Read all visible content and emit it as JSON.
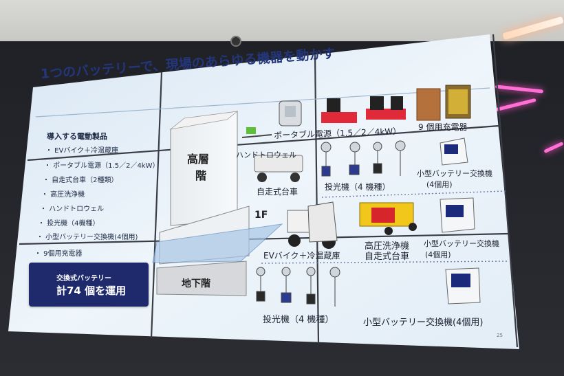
{
  "slide": {
    "title": "1つのバッテリーで、現場のあらゆる機器を動かす",
    "list_heading": "導入する電動製品",
    "list_items": [
      "・ EVバイク＋冷温蔵庫",
      "・ ポータブル電源（1.5／2／4kW）",
      "・ 自走式台車（2種類）",
      "・ 高圧洗浄機",
      "・ ハンドトロウェル",
      "・ 投光機（4機種）",
      "・ 小型バッテリー交換機(4個用)",
      "・ 9個用充電器"
    ],
    "badge_line1": "交換式バッテリー",
    "badge_line2": "計74 個を運用",
    "building_upper": "高層\n階",
    "building_upper_l1": "高層",
    "building_upper_l2": "階",
    "floor_1f": "1F",
    "basement": "地下階",
    "labels": {
      "portable_power": "ポータブル電源（1.5／2／4kW）",
      "charger9": "9 個用充電器",
      "hand_trowel": "ハンドトロウェル",
      "self_cart_top": "自走式台車",
      "floodlight_top": "投光機（4 機種）",
      "swap_top": "小型バッテリー交換機",
      "swap_top_sub": "(4個用)",
      "ev_bike": "EVバイク＋冷温蔵庫",
      "washer": "高圧洗浄機",
      "self_cart_mid": "自走式台車",
      "swap_mid": "小型バッテリー交換機",
      "swap_mid_sub": "(4個用)",
      "floodlight_bottom": "投光機（4 機種）",
      "swap_bottom": "小型バッテリー交換機(4個用)"
    },
    "page_number": "25"
  },
  "colors": {
    "screen_bg": "#e4f0f8",
    "title": "#24367a",
    "badge": "#1f2a6d",
    "bezel": "#2e3038"
  }
}
